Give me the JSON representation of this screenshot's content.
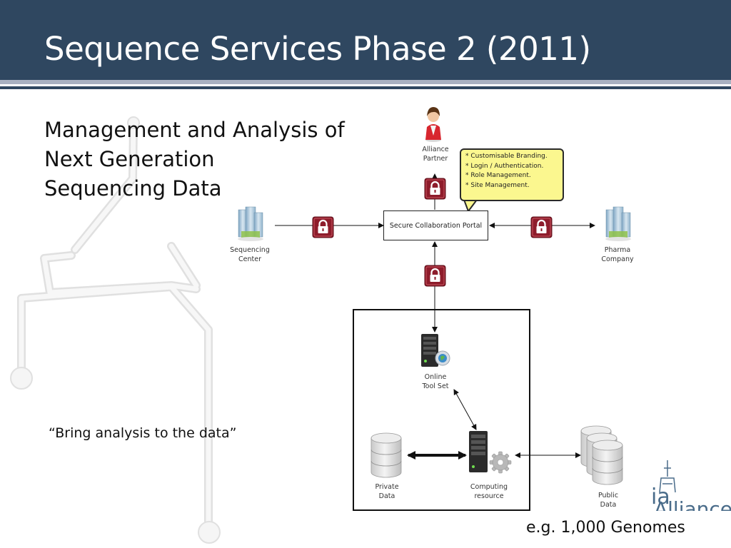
{
  "slide": {
    "title": "Sequence Services Phase 2 (2011)",
    "subtitle_lines": [
      "Management and Analysis of",
      "Next Generation",
      "Sequencing Data"
    ],
    "quote": "“Bring analysis to the data”",
    "example": "e.g. 1,000 Genomes"
  },
  "diagram": {
    "alliance_partner": "Alliance\nPartner",
    "portal": "Secure Collaboration Portal",
    "callout_items": [
      "* Customisable Branding.",
      "* Login / Authentication.",
      "* Role Management.",
      "* Site Management."
    ],
    "sequencing_center": "Sequencing\nCenter",
    "pharma_company": "Pharma\nCompany",
    "online_tool_set": "Online\nTool Set",
    "private_data": "Private\nData",
    "computing_resource": "Computing\nresource",
    "public_data": "Public\nData"
  },
  "logo": {
    "line1": "ia",
    "line2": "Alliance"
  },
  "colors": {
    "header": "#2f4760",
    "lock_red": "#8e1c2b",
    "callout_yellow": "#fbf78f",
    "logo_blue": "#4a6c8a"
  },
  "icons": [
    "person-icon",
    "lock-icon",
    "building-icon",
    "server-icon",
    "globe-icon",
    "gear-icon",
    "database-icon",
    "tower-icon"
  ]
}
